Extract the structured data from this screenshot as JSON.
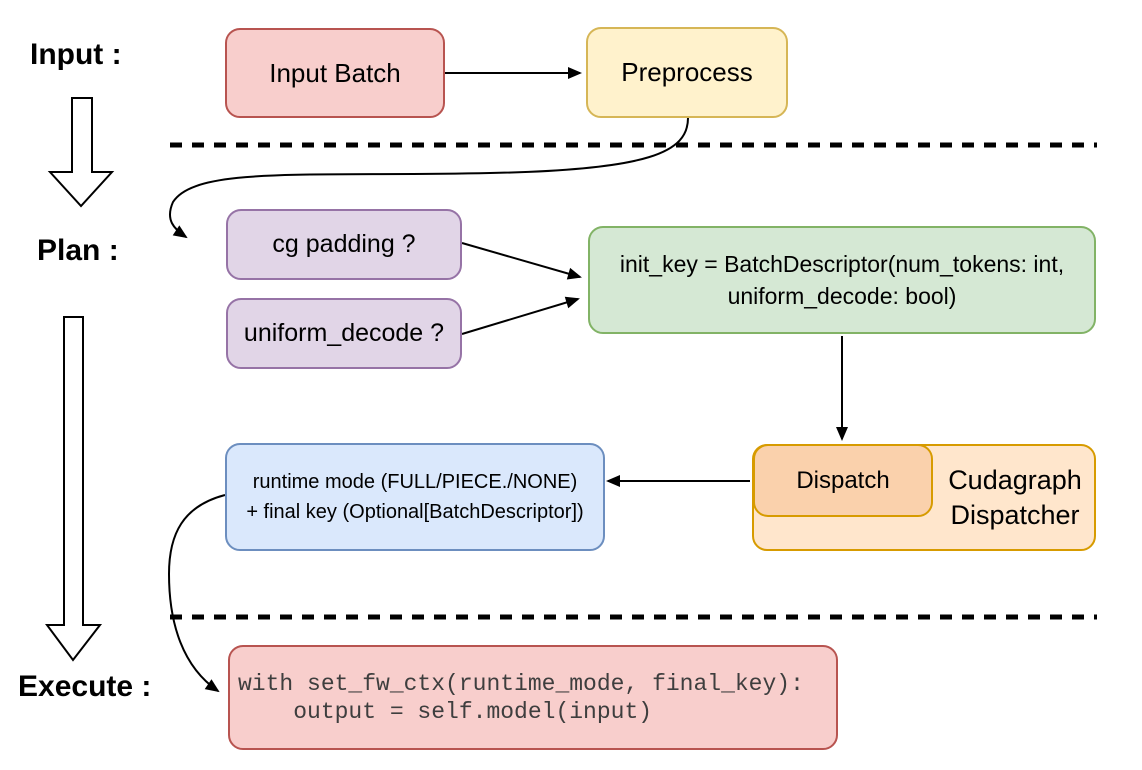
{
  "stages": {
    "input": "Input :",
    "plan": "Plan :",
    "execute": "Execute :"
  },
  "nodes": {
    "input_batch": {
      "label": "Input Batch"
    },
    "preprocess": {
      "label": "Preprocess"
    },
    "cg_padding": {
      "label": "cg padding ?"
    },
    "uniform_decode": {
      "label": "uniform_decode ?"
    },
    "init_key": {
      "line1": "init_key = BatchDescriptor(num_tokens: int,",
      "line2": "uniform_decode: bool)"
    },
    "dispatch": {
      "label": "Dispatch"
    },
    "cudagraph_dispatcher": {
      "line1": "Cudagraph",
      "line2": "Dispatcher"
    },
    "runtime_mode": {
      "line1": "runtime mode (FULL/PIECE./NONE)",
      "line2": "+ final key (Optional[BatchDescriptor])"
    },
    "execute_code": {
      "line1": "with set_fw_ctx(runtime_mode, final_key):",
      "line2": "    output = self.model(input)"
    }
  },
  "colors": {
    "red_fill": "#f8cecc",
    "red_stroke": "#b85450",
    "yellow_fill": "#fff2cc",
    "yellow_stroke": "#d6b656",
    "purple_fill": "#e1d5e7",
    "purple_stroke": "#9673a6",
    "green_fill": "#d5e8d4",
    "green_stroke": "#82b366",
    "orange_fill": "#ffe6cc",
    "orange_stroke": "#d79b00",
    "dispatch_fill": "#fad1ac",
    "blue_fill": "#dae8fc",
    "blue_stroke": "#6c8ebf",
    "connector": "#000000",
    "code_text": "#3e3e3e"
  }
}
